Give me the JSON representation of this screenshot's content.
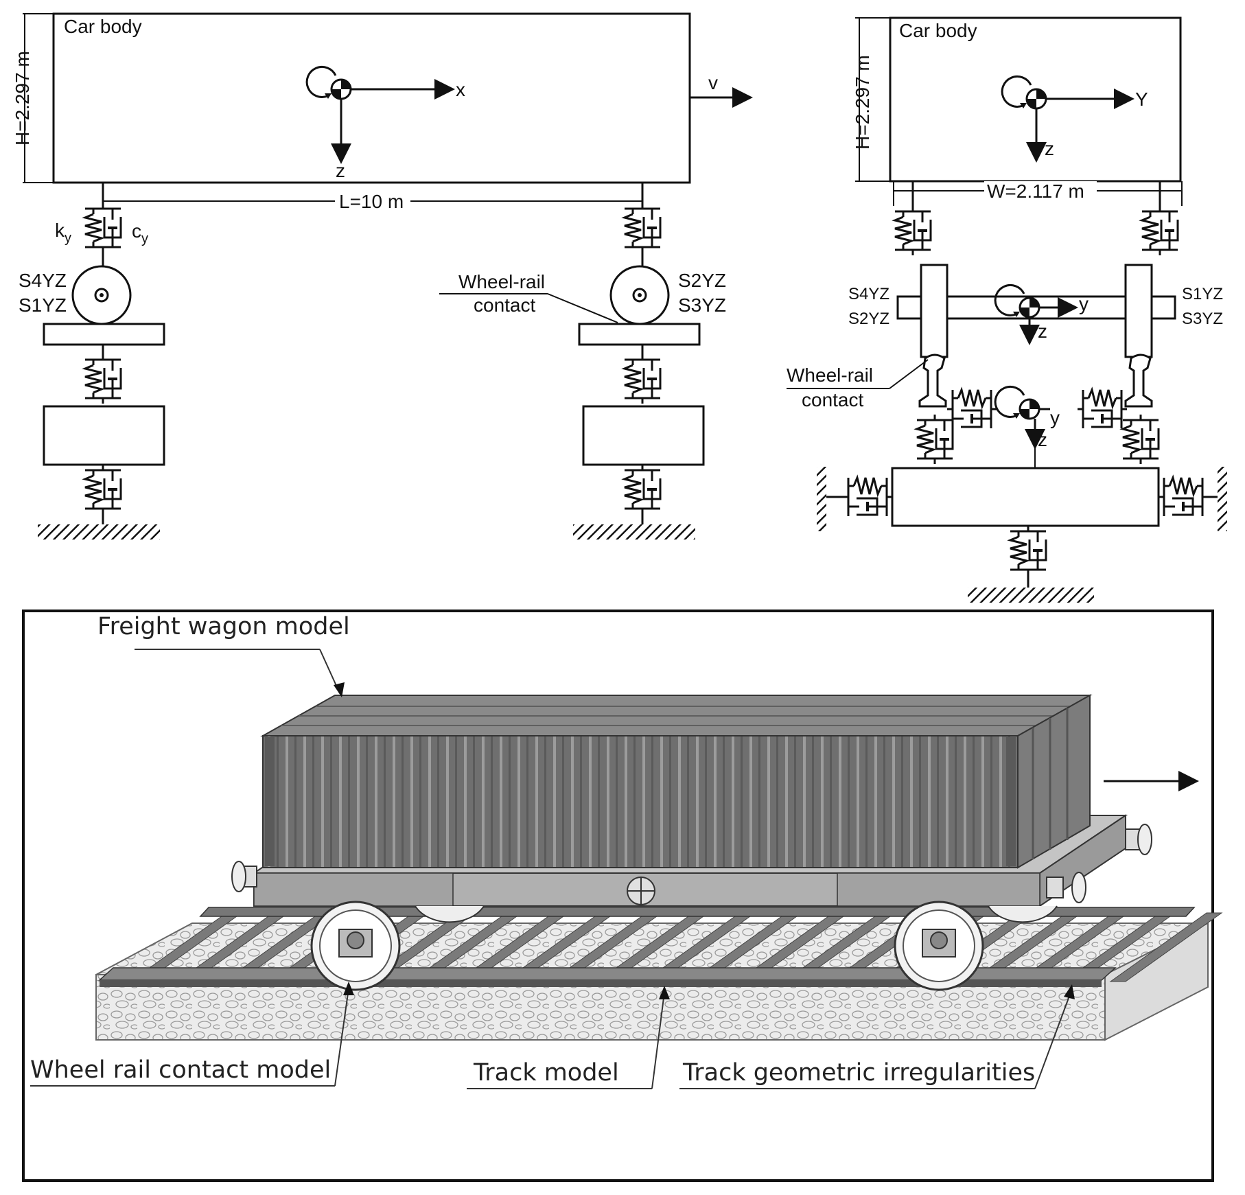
{
  "side_view": {
    "car_body_label": "Car body",
    "height_label": "H=2.297 m",
    "length_label": "L=10 m",
    "axis_x": "x",
    "axis_z": "z",
    "velocity": "v",
    "spring_label": "k",
    "spring_sub": "y",
    "damper_label": "c",
    "damper_sub": "y",
    "left_wheel_labels": [
      "S4YZ",
      "S1YZ"
    ],
    "right_wheel_labels": [
      "S2YZ",
      "S3YZ"
    ],
    "contact_label": [
      "Wheel-rail",
      "contact"
    ]
  },
  "front_view": {
    "car_body_label": "Car body",
    "height_label": "H=2.297 m",
    "width_label": "W=2.117 m",
    "axis_Y": "Y",
    "axis_z": "z",
    "axle_y": "y",
    "axle_z": "z",
    "track_y": "y",
    "track_z": "z",
    "left_labels": [
      "S4YZ",
      "S2YZ"
    ],
    "right_labels": [
      "S1YZ",
      "S3YZ"
    ],
    "contact_label": [
      "Wheel-rail",
      "contact"
    ]
  },
  "model": {
    "callout_wagon": "Freight wagon model",
    "callout_contact": "Wheel rail contact model",
    "callout_track": "Track model",
    "callout_irregularities": "Track geometric irregularities"
  },
  "colors": {
    "line": "#111111",
    "container": "#6f6f6f",
    "container_top": "#8a8a8a",
    "platform": "#b5b5b5",
    "ballast": "#e6e6e6",
    "sleeper": "#7a7a7a",
    "rail": "#555555"
  }
}
